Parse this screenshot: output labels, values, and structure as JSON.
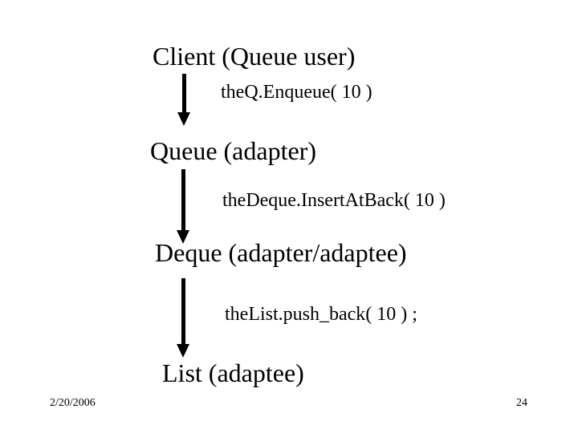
{
  "slide": {
    "colors": {
      "background": "#ffffff",
      "text": "#000000",
      "arrow": "#000000"
    },
    "diagram": {
      "nodes": [
        {
          "label": "Client (Queue user)"
        },
        {
          "label": "Queue (adapter)"
        },
        {
          "label": "Deque (adapter/adaptee)"
        },
        {
          "label": "List (adaptee)"
        }
      ],
      "calls": [
        {
          "label": "theQ.Enqueue( 10 )"
        },
        {
          "label": "theDeque.InsertAtBack( 10 )"
        },
        {
          "label": "theList.push_back( 10 ) ;"
        }
      ]
    },
    "footer": {
      "date": "2/20/2006",
      "slide_number": "24"
    }
  }
}
